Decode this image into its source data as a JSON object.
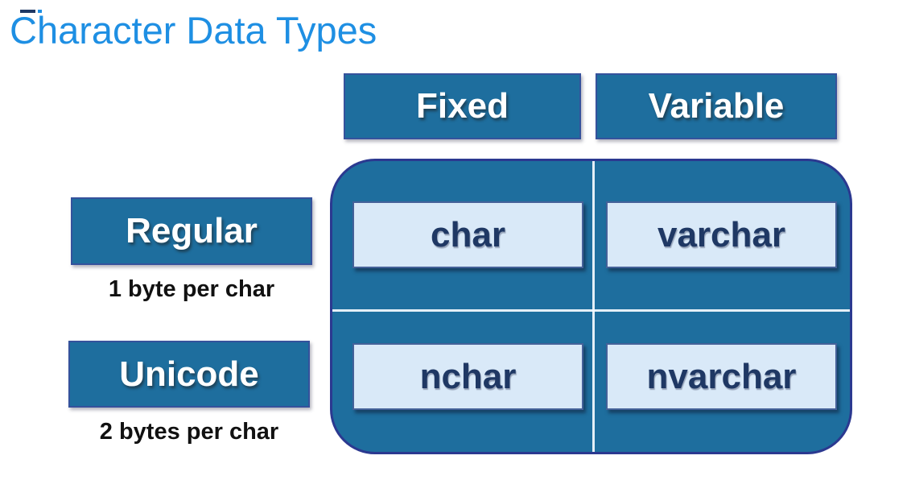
{
  "slide": {
    "title": "Character Data Types"
  },
  "colors": {
    "accent": "#1e8fe3",
    "teal": "#1e6e9e",
    "teal-border": "#3d4a9b",
    "rect-border": "#2b3990",
    "cell-bg": "#d9e9f8",
    "cell-border": "#2a4a88",
    "navy": "#1f3864",
    "ink": "#111111"
  },
  "matrix": {
    "column_headers": [
      {
        "label": "Fixed"
      },
      {
        "label": "Variable"
      }
    ],
    "row_headers": [
      {
        "label": "Regular",
        "note": "1 byte per char"
      },
      {
        "label": "Unicode",
        "note": "2 bytes per char"
      }
    ],
    "cells": [
      {
        "row": "Regular",
        "col": "Fixed",
        "value": "char"
      },
      {
        "row": "Regular",
        "col": "Variable",
        "value": "varchar"
      },
      {
        "row": "Unicode",
        "col": "Fixed",
        "value": "nchar"
      },
      {
        "row": "Unicode",
        "col": "Variable",
        "value": "nvarchar"
      }
    ]
  }
}
